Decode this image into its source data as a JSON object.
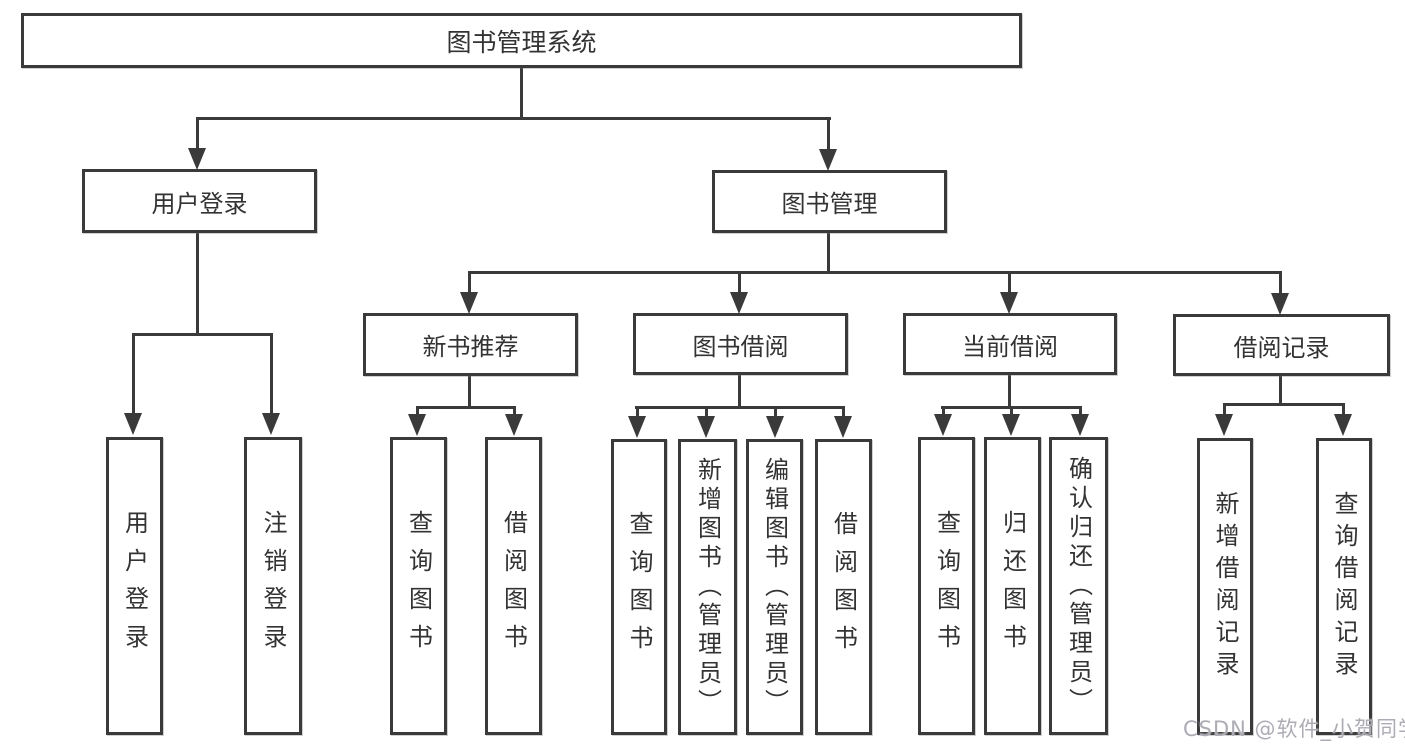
{
  "diagram": {
    "watermark": "CSDN @软件_小贺同学",
    "colors": {
      "line": "#3a3a3a",
      "text": "#333333",
      "background": "#ffffff",
      "watermark": "#adacb5"
    },
    "tree": {
      "label": "图书管理系统",
      "children": [
        {
          "label": "用户登录",
          "children": [
            {
              "label": "用户登录"
            },
            {
              "label": "注销登录"
            }
          ]
        },
        {
          "label": "图书管理",
          "children": [
            {
              "label": "新书推荐",
              "children": [
                {
                  "label": "查询图书"
                },
                {
                  "label": "借阅图书"
                }
              ]
            },
            {
              "label": "图书借阅",
              "children": [
                {
                  "label": "查询图书"
                },
                {
                  "label": "新增图书（管理员）"
                },
                {
                  "label": "编辑图书（管理员）"
                },
                {
                  "label": "借阅图书"
                }
              ]
            },
            {
              "label": "当前借阅",
              "children": [
                {
                  "label": "查询图书"
                },
                {
                  "label": "归还图书"
                },
                {
                  "label": "确认归还（管理员）"
                }
              ]
            },
            {
              "label": "借阅记录",
              "children": [
                {
                  "label": "新增借阅记录"
                },
                {
                  "label": "查询借阅记录"
                }
              ]
            }
          ]
        }
      ]
    }
  }
}
